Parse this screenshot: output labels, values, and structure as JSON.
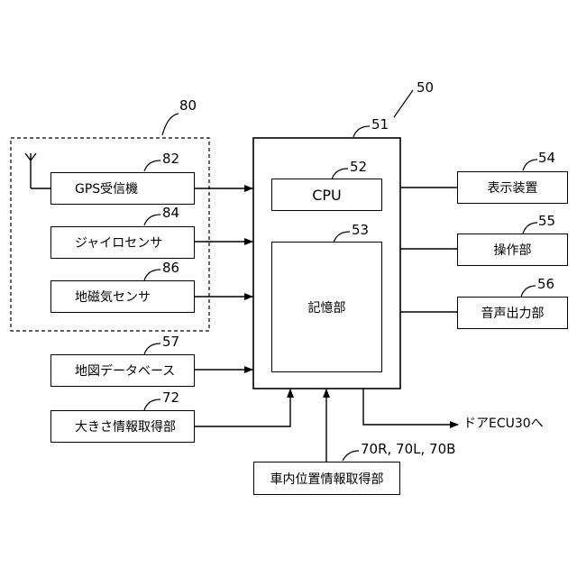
{
  "refs": {
    "system": "50",
    "gps_group": "80",
    "ecu": "51",
    "cpu": "52",
    "memory": "53",
    "display": "54",
    "operation": "55",
    "audio": "56",
    "gps": "82",
    "gyro": "84",
    "geomag": "86",
    "map_db": "57",
    "size_info": "72",
    "position_info": "70R, 70L, 70B"
  },
  "labels": {
    "gps": "GPS受信機",
    "gyro": "ジャイロセンサ",
    "geomag": "地磁気センサ",
    "map_db": "地図データベース",
    "size_info": "大きさ情報取得部",
    "cpu": "CPU",
    "memory": "記憶部",
    "display": "表示装置",
    "operation": "操作部",
    "audio": "音声出力部",
    "position_info": "車内位置情報取得部",
    "door_ecu": "ドアECU30へ"
  }
}
